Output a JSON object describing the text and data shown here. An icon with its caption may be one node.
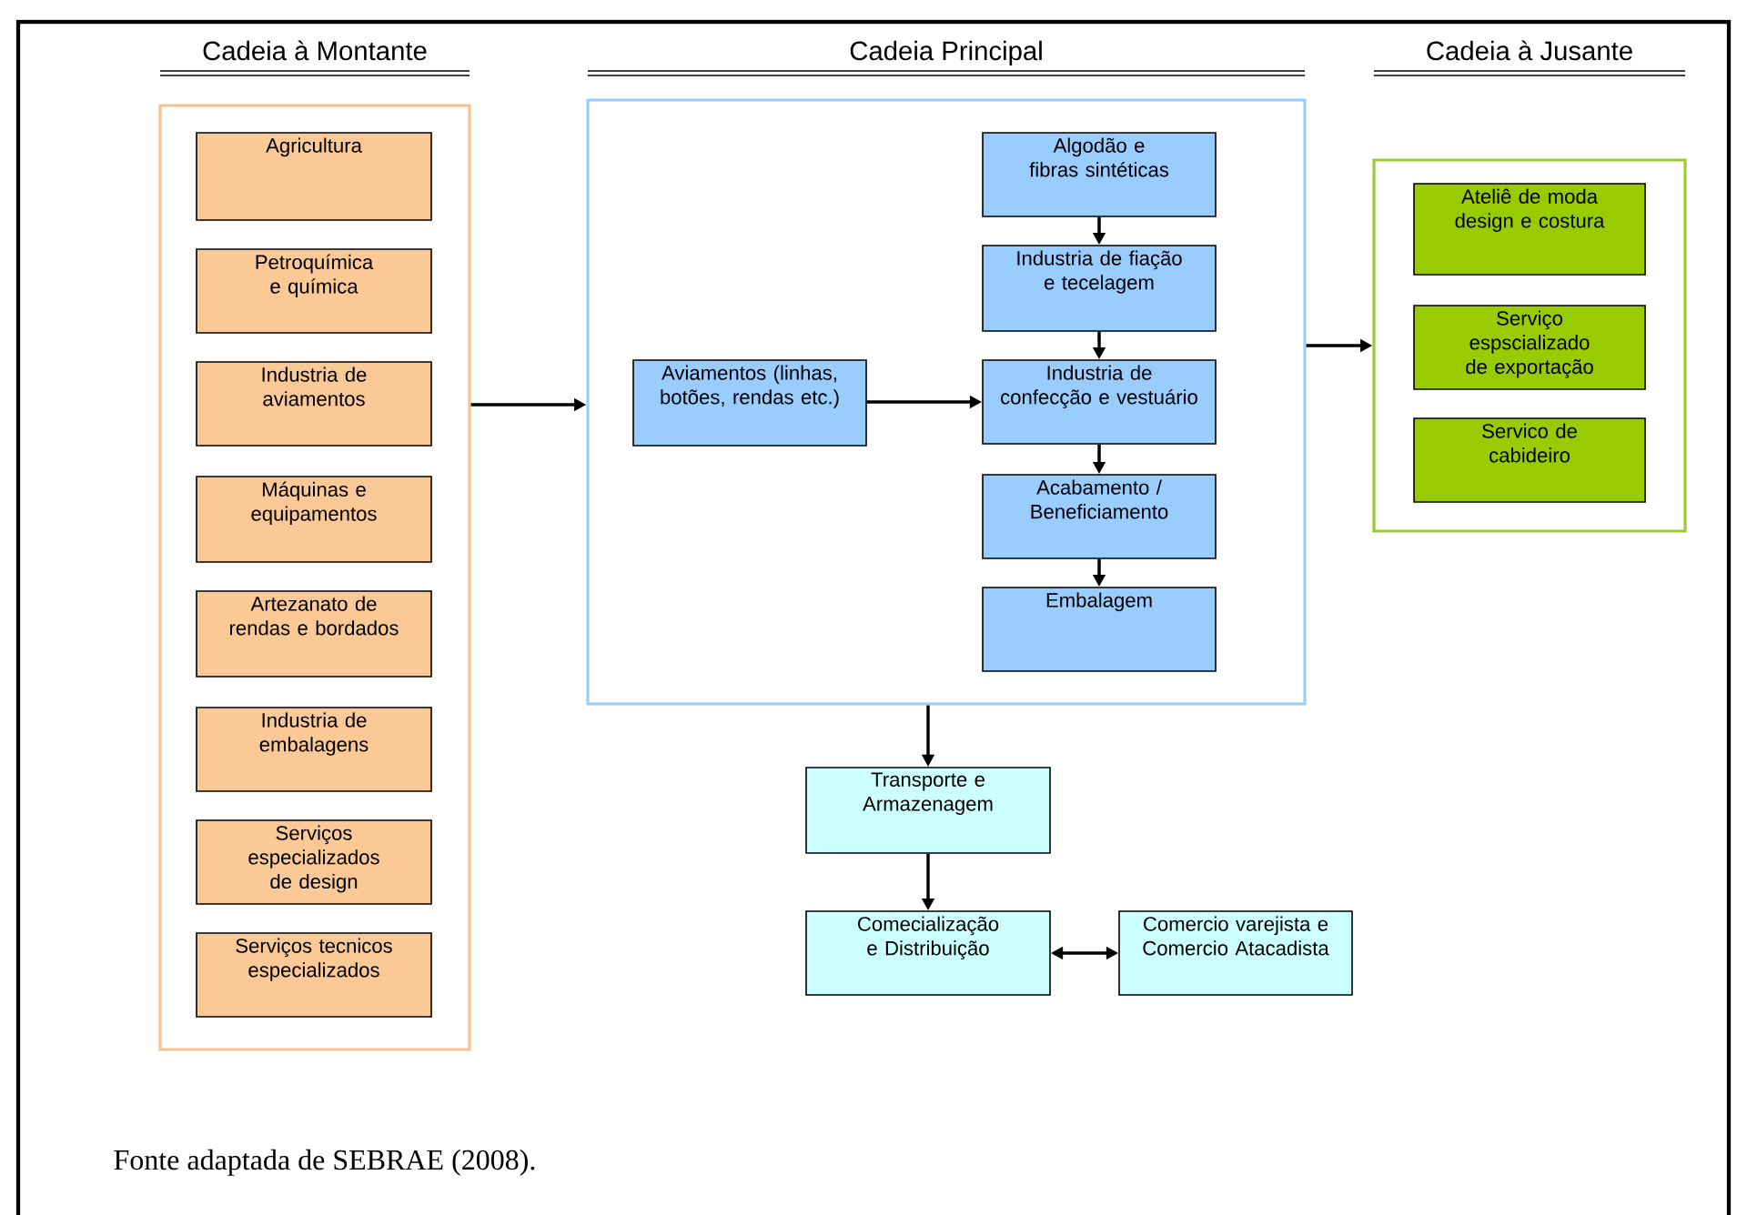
{
  "diagram": {
    "caption": "Fonte adaptada de SEBRAE (2008).",
    "nodes": [
      {
        "text": [
          "Cadeia à Montante"
        ]
      },
      {
        "text": [
          "Agricultura"
        ],
        "in": 0
      },
      {
        "text": [
          "Petroquímica e química"
        ],
        "in": 0
      },
      {
        "text": [
          "Industria de aviamentos"
        ],
        "in": 0
      },
      {
        "text": [
          "Máquinas e equipamentos"
        ],
        "in": 0
      },
      {
        "text": [
          "Artezanato de rendas e bordados"
        ],
        "in": 0
      },
      {
        "text": [
          "Industria de embalagens"
        ],
        "in": 0
      },
      {
        "text": [
          "Serviços especializados de design"
        ],
        "in": 0
      },
      {
        "text": [
          "Serviços tecnicos especializados"
        ],
        "in": 0
      },
      {
        "text": [
          "Cadeia Principal"
        ]
      },
      {
        "text": [
          "Algodão e fibras sintéticas"
        ],
        "in": 9
      },
      {
        "text": [
          "Industria de fiação e tecelagem"
        ],
        "in": 9
      },
      {
        "text": [
          "Aviamentos (linhas, botões, rendas etc.)"
        ],
        "in": 9
      },
      {
        "text": [
          "Industria de confecção e vestuário"
        ],
        "in": 9
      },
      {
        "text": [
          "Acabamento / Beneficiamento"
        ],
        "in": 9
      },
      {
        "text": [
          "Embalagem"
        ],
        "in": 9
      },
      {
        "text": [
          "Cadeia à Jusante"
        ]
      },
      {
        "text": [
          "Ateliê de moda design e costura"
        ],
        "in": 16
      },
      {
        "text": [
          "Serviço espscializado de exportação"
        ],
        "in": 16
      },
      {
        "text": [
          "Servico de cabideiro"
        ],
        "in": 16
      },
      {
        "text": [
          "Transporte e Armazenagem"
        ]
      },
      {
        "text": [
          "Comecialização e Distribuição"
        ]
      },
      {
        "text": [
          "Comercio varejista e Comercio Atacadista"
        ]
      }
    ],
    "edges": [
      {
        "from": 0,
        "to": 9,
        "arrow": "to"
      },
      {
        "from": 9,
        "to": 16,
        "arrow": "to"
      },
      {
        "from": 10,
        "to": 11,
        "arrow": "to"
      },
      {
        "from": 11,
        "to": 13,
        "arrow": "to"
      },
      {
        "from": 12,
        "to": 13,
        "arrow": "to"
      },
      {
        "from": 13,
        "to": 14,
        "arrow": "to"
      },
      {
        "from": 14,
        "to": 15,
        "arrow": "to"
      },
      {
        "from": 9,
        "to": 20,
        "arrow": "to"
      },
      {
        "from": 20,
        "to": 21,
        "arrow": "to"
      },
      {
        "from": 21,
        "to": 22,
        "arrow": "both"
      }
    ]
  }
}
